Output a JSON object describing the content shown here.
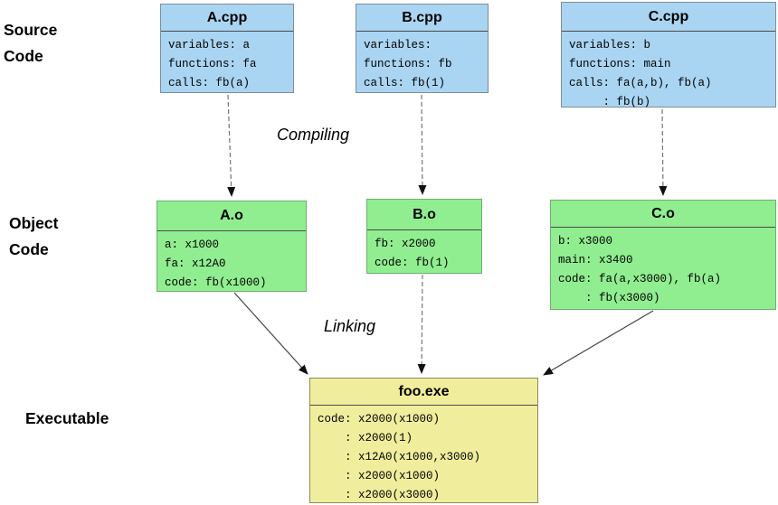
{
  "labels": {
    "source_code_line1": "Source",
    "source_code_line2": "Code",
    "object_code_line1": "Object",
    "object_code_line2": "Code",
    "executable": "Executable",
    "compiling": "Compiling",
    "linking": "Linking"
  },
  "boxes": {
    "acpp": {
      "title": "A.cpp",
      "lines": [
        "variables: a",
        "functions: fa",
        "calls: fb(a)"
      ]
    },
    "bcpp": {
      "title": "B.cpp",
      "lines": [
        "variables:",
        "functions: fb",
        "calls: fb(1)"
      ]
    },
    "ccpp": {
      "title": "C.cpp",
      "lines": [
        "variables: b",
        "functions: main",
        "calls: fa(a,b), fb(a)",
        "     : fb(b)"
      ]
    },
    "ao": {
      "title": "A.o",
      "lines": [
        "a: x1000",
        "fa: x12A0",
        "code: fb(x1000)"
      ]
    },
    "bo": {
      "title": "B.o",
      "lines": [
        "fb: x2000",
        "code: fb(1)"
      ]
    },
    "co": {
      "title": "C.o",
      "lines": [
        "b: x3000",
        "main: x3400",
        "code: fa(a,x3000), fb(a)",
        "    : fb(x3000)"
      ]
    },
    "fooexe": {
      "title": "foo.exe",
      "lines": [
        "code: x2000(x1000)",
        "    : x2000(1)",
        "    : x12A0(x1000,x3000)",
        "    : x2000(x1000)",
        "    : x2000(x3000)"
      ]
    }
  },
  "colors": {
    "source_box": "#aad5f2",
    "object_box": "#90ee90",
    "executable_box": "#f0ee9c",
    "box_border": "#7f8c99",
    "arrow_solid": "#444444",
    "arrow_dashed": "#777777",
    "arrowhead": "#111111",
    "text": "#000000"
  }
}
